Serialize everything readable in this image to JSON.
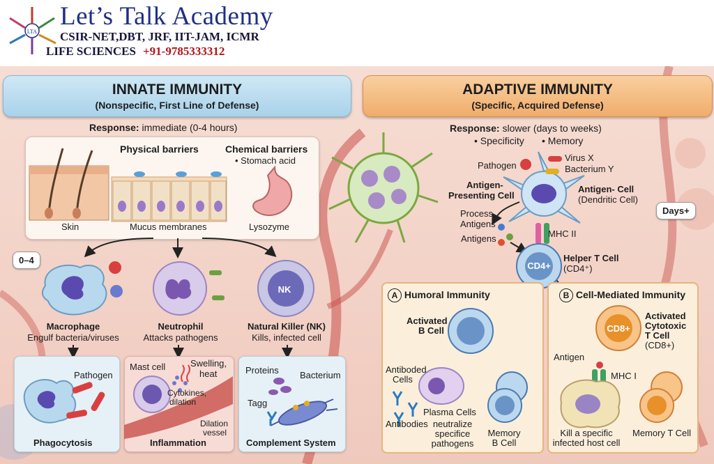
{
  "header": {
    "title": "Let’s Talk Academy",
    "line1": "CSIR-NET,DBT, JRF, IIT-JAM, ICMR",
    "line2": "LIFE SCIENCES",
    "phone": "+91-9785333312",
    "logo_icon": "dna-flower-logo-icon"
  },
  "innate": {
    "title": "INNATE IMMUNITY",
    "subtitle": "(Nonspecific, First Line of Defense)",
    "response_label": "Response:",
    "response_value": "immediate (0-4 hours)",
    "time_badge": "0–4",
    "physical_barriers": "Physical barriers",
    "chemical_barriers": "Chemical barriers",
    "stomach_acid": "• Stomach acid",
    "skin": "Skin",
    "mucus": "Mucus membranes",
    "lysozyme": "Lysozyme",
    "macrophage": "Macrophage",
    "macrophage_desc": "Engulf bacteria/viruses",
    "neutrophil": "Neutrophil",
    "neutrophil_desc": "Attacks pathogens",
    "nk": "Natural Killer (NK)",
    "nk_desc": "Kills, infected cell",
    "nk_short": "NK",
    "phago_pathogen": "Pathogen",
    "phagocytosis": "Phagocytosis",
    "mast_cell": "Mast cell",
    "swelling": "Swelling,",
    "heat": "heat",
    "cytokines": "Cytokines,",
    "dilation": "dilation",
    "dilation_vessel_1": "Dilation",
    "dilation_vessel_2": "vessel",
    "inflammation": "Inflammation",
    "proteins": "Proteins",
    "bacterium": "Bacterium",
    "tagg": "Tagg",
    "complement": "Complement System"
  },
  "adaptive": {
    "title": "ADAPTIVE IMMUNITY",
    "subtitle": "(Specific, Acquired Defense)",
    "response_label": "Response:",
    "response_value": "slower (days to weeks)",
    "specificity": "• Specificity",
    "memory": "• Memory",
    "days_badge": "Days+",
    "pathogen": "Pathogen",
    "virus_x": "Virus X",
    "bacterium_y": "Bacterium Y",
    "apc_1": "Antigen-",
    "apc_2": "Presenting Cell",
    "ag_cell": "Antigen- Cell",
    "dendritic": "(Dendritic Cell)",
    "process": "Process",
    "antigens_a": "Antigens",
    "antigens_b": "Antigens",
    "mhc2": "MHC II",
    "cd4": "CD4+",
    "helper": "Helper T Cell",
    "helper_sub": "(CD4⁺)",
    "humoral_letter": "A",
    "humoral": "Humoral Immunity",
    "activated_b_1": "Activated",
    "activated_b_2": "B Cell",
    "antibodied_1": "Antiboded",
    "antibodied_2": "Cells",
    "plasma": "Plasma Cells",
    "antibodies": "Antibodies",
    "neutralize_1": "neutralize",
    "neutralize_2": "specifice",
    "neutralize_3": "pathogens",
    "memory_b_1": "Memory",
    "memory_b_2": "B Cell",
    "cell_letter": "B",
    "cell_mediated": "Cell-Mediated Immunity",
    "cd8": "CD8+",
    "activated_t_1": "Activated",
    "activated_t_2": "Cytotoxic",
    "activated_t_3": "T Cell",
    "activated_t_4": "(CD8+)",
    "antigen": "Antigen",
    "mhc1": "MHC I",
    "kill_1": "Kill a specific",
    "kill_2": "infected host cell",
    "memory_t": "Memory T Cell"
  }
}
